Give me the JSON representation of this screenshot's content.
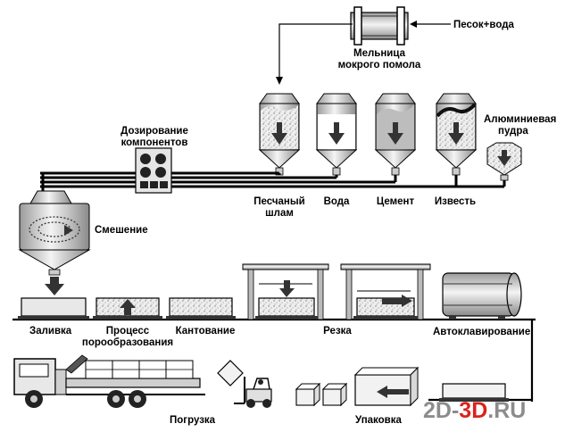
{
  "labels": {
    "sand_water": "Песок+вода",
    "mill_line1": "Мельница",
    "mill_line2": "мокрого помола",
    "dosing_line1": "Дозирование",
    "dosing_line2": "компонентов",
    "aluminum_line1": "Алюминиевая",
    "aluminum_line2": "пудра",
    "sand_slurry_line1": "Песчаный",
    "sand_slurry_line2": "шлам",
    "water": "Вода",
    "cement": "Цемент",
    "lime": "Известь",
    "mixing": "Смешение",
    "pouring": "Заливка",
    "process_line1": "Процесс",
    "process_line2": "порообразования",
    "turning": "Кантование",
    "cutting": "Резка",
    "autoclaving": "Автоклавирование",
    "loading": "Погрузка",
    "packing": "Упаковка"
  },
  "watermark": {
    "part1": "2D-",
    "part2": "3D",
    "part3": ".RU"
  },
  "colors": {
    "line": "#000000",
    "watermark_red": "#d9231d",
    "watermark_gray": "#8c8c8c"
  }
}
